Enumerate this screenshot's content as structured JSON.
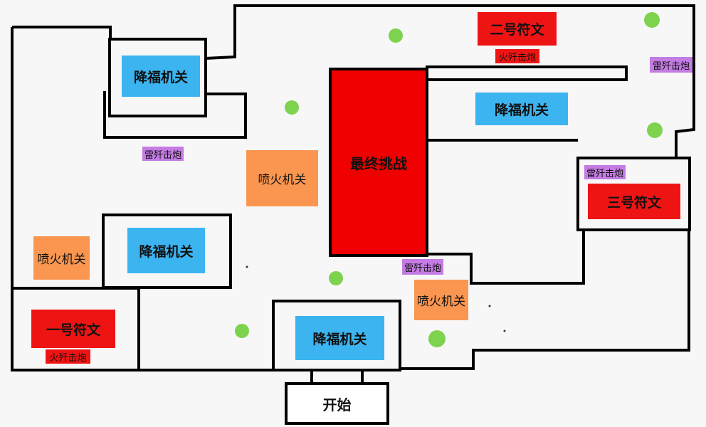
{
  "map": {
    "start_label": "开始",
    "final_label": "最终挑战",
    "runes": {
      "first": "一号符文",
      "second": "二号符文",
      "third": "三号符文"
    },
    "bless_trap": "降福机关",
    "fire_trap": "喷火机关",
    "thunder_cannon": "雷歼击炮",
    "fire_cannon": "火歼击炮"
  },
  "colors": {
    "wall": "#000000",
    "bless_trap": "#3cb4f0",
    "fire_trap": "#fa9650",
    "rune": "#ef1414",
    "thunder_cannon": "#c47be4",
    "green_dot": "#7dd34e"
  }
}
